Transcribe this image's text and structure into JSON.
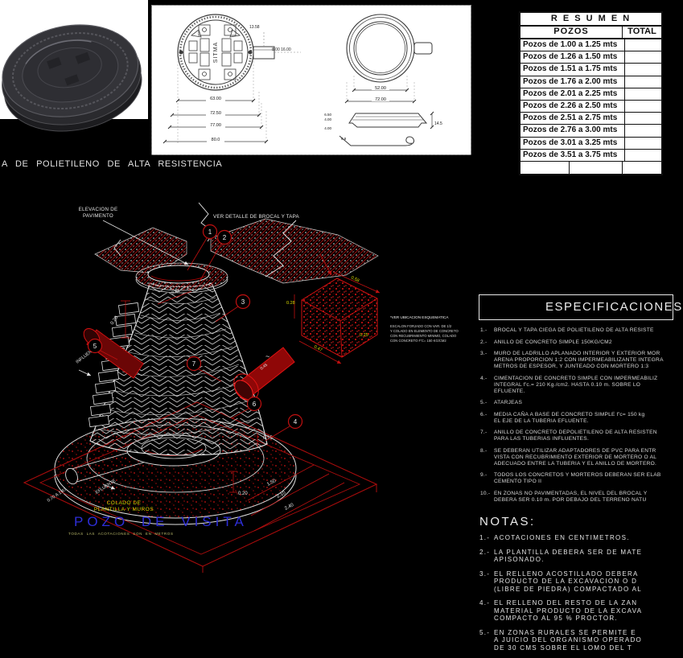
{
  "photo": {
    "caption": "A DE POLIETILENO DE ALTA RESISTENCIA"
  },
  "plan": {
    "brand": "SITMA",
    "tab_dim_top": "13.58",
    "tab_dims": "8.00  16.00",
    "cover_dims": [
      "63.00",
      "72.50",
      "77.00",
      "80.0"
    ],
    "ring_dim_inner": "52.00",
    "ring_dim_outer": "72.00",
    "side_dims_left": [
      "6.50",
      "4.00",
      "4.00"
    ],
    "side_dim_right": "14.5",
    "profile_dim": "6.8"
  },
  "resumen": {
    "title": "R E S U M E N",
    "col_pozos": "POZOS",
    "col_total": "TOTAL",
    "rows": [
      "Pozos de 1.00 a 1.25 mts",
      "Pozos de 1.26 a 1.50 mts",
      "Pozos de 1.51 a 1.75 mts",
      "Pozos de 1.76 a 2.00 mts",
      "Pozos de 2.01 a 2.25 mts",
      "Pozos de 2.26 a 2.50 mts",
      "Pozos de 2.51 a 2.75 mts",
      "Pozos de 2.76 a 3.00 mts",
      "Pozos de 3.01 a 3.25 mts",
      "Pozos de 3.51 a 3.75 mts"
    ]
  },
  "iso": {
    "elevacion_line1": "ELEVACION DE",
    "elevacion_line2": "PAVIMENTO",
    "ver_detalle": "VER DETALLE DE BROCAL Y TAPA",
    "influente": "INFLUENTE",
    "efluente": "EFLUENTE",
    "rango_caida": "0.70 A 1.67",
    "tilde": "~",
    "dim_cuello": "0.20",
    "dim_tapa": "0.61",
    "dim_plantilla": "0.15",
    "dim_base": "0.20",
    "dim_pipe": "0.45",
    "dim_d1": "1.50",
    "dim_d2": "2.10",
    "dim_d3": "2.40",
    "callouts": [
      "1",
      "2",
      "3",
      "5",
      "7",
      "6",
      "4"
    ],
    "detail": {
      "dim_top": "0.58",
      "dim_left": "0.28",
      "dim_right": "0.25",
      "dim_bottom": "0.47",
      "note_title": "*VER UBICACION ESQUEMATICA",
      "note_lines": [
        "ESCALON FORJADO CON VAR. DE 1/2",
        "Y COLADO EN ELEMENTO DE CONCRETO",
        "CON RECUBRIMIENTO MINIMO, COLADO",
        "CON CONCRETO F'C= 150 KG/CM2"
      ]
    },
    "colado_line1": "COLADO DE",
    "colado_line2": "PLANTILLA Y MUROS",
    "title": "POZO DE VISITA",
    "subtitle": "TODAS LAS ACOTACIONES SON EN METROS"
  },
  "especificaciones": {
    "title": "ESPECIFICACIONES",
    "items": [
      {
        "n": "1.-",
        "lines": [
          "BROCAL Y TAPA CIEGA DE POLIETILENO DE ALTA RESISTE"
        ]
      },
      {
        "n": "2.-",
        "lines": [
          "ANILLO DE CONCRETO SIMPLE 150KG/CM2"
        ]
      },
      {
        "n": "3.-",
        "lines": [
          "MURO DE LADRILLO APLANADO INTERIOR Y EXTERIOR MOR",
          "ARENA PROPORCION 1:2 CON IMPERMEABILIZANTE INTEGRA",
          "METROS DE ESPESOR, Y JUNTEADO CON MORTERO 1:3"
        ]
      },
      {
        "n": "4.-",
        "lines": [
          "CIMENTACION DE CONCRETO SIMPLE CON IMPERMEABILIZ",
          "INTEGRAL f'c.= 210 Kg./cm2. HASTA 0.10 m. SOBRE LO",
          "EFLUENTE."
        ]
      },
      {
        "n": "5.-",
        "lines": [
          "ATARJEAS"
        ]
      },
      {
        "n": "6.-",
        "lines": [
          "MEDIA CAÑA A BASE DE CONCRETO SIMPLE f'c= 150 kg",
          "EL EJE DE LA TUBERIA EFLUENTE."
        ]
      },
      {
        "n": "7.-",
        "lines": [
          "ANILLO DE CONCRETO DEPOLIETILENO DE ALTA RESISTEN",
          "PARA LAS TUBERIAS INFLUENTES."
        ]
      },
      {
        "n": "8.-",
        "lines": [
          "SE DEBERAN UTILIZAR ADAPTADORES DE PVC PARA ENTR",
          "VISTA CON RECUBRIMIENTO EXTERIOR DE MORTERO O AL",
          "ADECUADO ENTRE LA TUBERIA Y EL ANILLO DE MORTERO."
        ]
      },
      {
        "n": "9.-",
        "lines": [
          "TODOS LOS CONCRETOS Y MORTEROS DEBERAN SER ELAB",
          "CEMENTO TIPO II"
        ]
      },
      {
        "n": "10.-",
        "lines": [
          "EN ZONAS NO PAVIMENTADAS, EL NIVEL DEL BROCAL Y",
          "DEBERA SER 0.10 m. POR DEBAJO DEL TERRENO NATU"
        ]
      }
    ]
  },
  "notas": {
    "title": "NOTAS:",
    "items": [
      {
        "n": "1.-",
        "lines": [
          "ACOTACIONES EN CENTIMETROS."
        ]
      },
      {
        "n": "2.-",
        "lines": [
          "LA PLANTILLA DEBERA SER DE MATE",
          "APISONADO."
        ]
      },
      {
        "n": "3.-",
        "lines": [
          "EL RELLENO ACOSTILLADO DEBERA",
          "PRODUCTO DE LA EXCAVACION O D",
          "(LIBRE DE PIEDRA) COMPACTADO AL"
        ]
      },
      {
        "n": "4.-",
        "lines": [
          "EL RELLENO DEL RESTO DE LA ZAN",
          "MATERIAL PRODUCTO DE LA EXCAVA",
          "COMPACTO AL 95 % PROCTOR."
        ]
      },
      {
        "n": "5.-",
        "lines": [
          "EN ZONAS RURALES SE PERMITE E",
          "A JUICIO DEL ORGANISMO OPERADO",
          "DE 30 CMS SOBRE EL LOMO DEL T"
        ]
      }
    ]
  },
  "colors": {
    "cad_red": "#b11010",
    "cad_yellow": "#d8d800",
    "cad_blue": "#2e2ed8",
    "line_white": "#e8e8e8"
  }
}
